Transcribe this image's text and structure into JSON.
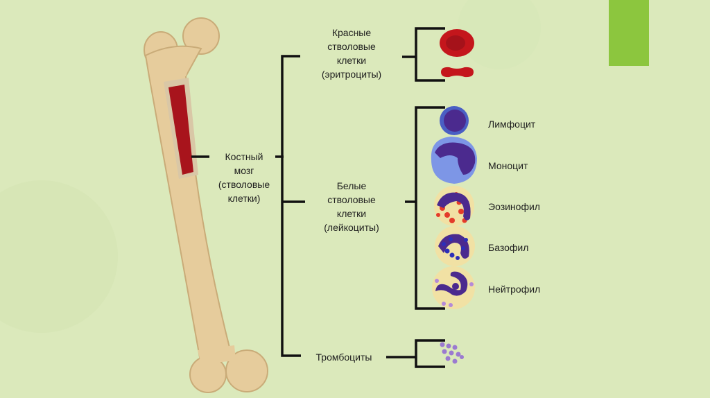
{
  "colors": {
    "background": "#dbe9bb",
    "accent_tab": "#8cc63e",
    "bone": "#e6cc9c",
    "marrow": "#a8141c"
  },
  "bone_marrow": {
    "lines": [
      "Костный",
      "мозг",
      "(стволовые",
      "клетки)"
    ]
  },
  "red_cells": {
    "lines": [
      "Красные",
      "стволовые",
      "клетки",
      "(эритроциты)"
    ]
  },
  "white_cells": {
    "lines": [
      "Белые",
      "стволовые",
      "клетки",
      "(лейкоциты)"
    ],
    "types": [
      "Лимфоцит",
      "Моноцит",
      "Эозинофил",
      "Базофил",
      "Нейтрофил"
    ]
  },
  "platelets": {
    "label": "Тромбоциты"
  }
}
